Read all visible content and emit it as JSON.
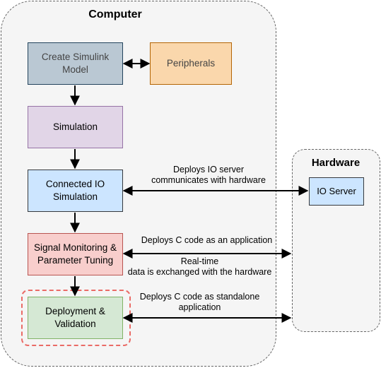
{
  "computer": {
    "title": "Computer"
  },
  "hardware": {
    "title": "Hardware"
  },
  "nodes": {
    "create_model": {
      "label": "Create Simulink\nModel",
      "fill": "#bac8d3",
      "stroke": "#23445d",
      "text_color": "#444444"
    },
    "peripherals": {
      "label": "Peripherals",
      "fill": "#fad7ac",
      "stroke": "#b46504",
      "text_color": "#444444"
    },
    "simulation": {
      "label": "Simulation",
      "fill": "#e1d5e7",
      "stroke": "#9673a6",
      "text_color": "#000000"
    },
    "connected_io": {
      "label": "Connected IO\nSimulation",
      "fill": "#cce5ff",
      "stroke": "#36393d",
      "text_color": "#000000"
    },
    "signal_monitoring": {
      "label": "Signal Monitoring &\nParameter Tuning",
      "fill": "#f8cecc",
      "stroke": "#b85450",
      "text_color": "#000000"
    },
    "deployment": {
      "label": "Deployment &\nValidation",
      "fill": "#d5e8d4",
      "stroke": "#82b366",
      "text_color": "#000000"
    },
    "io_server": {
      "label": "IO Server",
      "fill": "#cce5ff",
      "stroke": "#36393d",
      "text_color": "#000000"
    }
  },
  "edge_labels": {
    "io_server_deploy": "Deploys IO server\ncommunicates with hardware",
    "c_code_app": "Deploys C code as an application",
    "realtime": "Real-time\ndata is exchanged with the hardware",
    "standalone": "Deploys C code as standalone\napplication"
  },
  "colors": {
    "container_fill": "#f5f5f5",
    "container_border": "#666666",
    "arrow": "#000000",
    "highlight_dashed": "#ea6b66"
  }
}
